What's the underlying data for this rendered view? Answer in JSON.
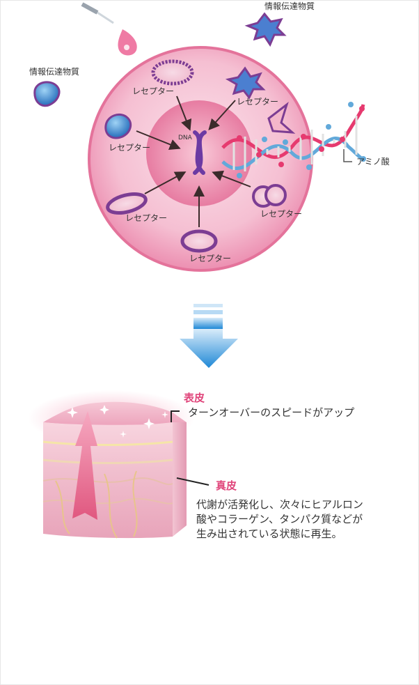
{
  "cell": {
    "info_substance_top": "情報伝達物質",
    "info_substance_left": "情報伝達物質",
    "receptor": "レセプター",
    "dna": "DNA",
    "amino_acid": "アミノ酸"
  },
  "skin": {
    "epidermis_title": "表皮",
    "epidermis_desc": "ターンオーバーのスピードがアップ",
    "dermis_title": "真皮",
    "dermis_desc_line1": "代謝が活発化し、次々にヒアルロン",
    "dermis_desc_line2": "酸やコラーゲン、タンパク質などが",
    "dermis_desc_line3": "生み出されている状態に再生。"
  },
  "colors": {
    "accent_pink": "#e0457b",
    "arrow_blue": "#1f88d6",
    "cell_pink": "#f2a7c3",
    "receptor_purple": "#8a3d9c"
  }
}
